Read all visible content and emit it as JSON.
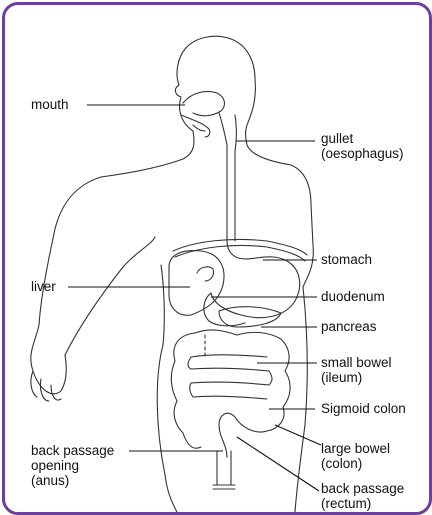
{
  "frame_color": "#6b3fa0",
  "labels": {
    "mouth": "mouth",
    "gullet_1": "gullet",
    "gullet_2": "(oesophagus)",
    "stomach": "stomach",
    "liver": "liver",
    "duodenum": "duodenum",
    "pancreas": "pancreas",
    "small_bowel_1": "small bowel",
    "small_bowel_2": "(ileum)",
    "sigmoid_colon": "Sigmoid colon",
    "back_passage_opening_1": "back passage",
    "back_passage_opening_2": "opening",
    "back_passage_opening_3": "(anus)",
    "large_bowel_1": "large bowel",
    "large_bowel_2": "(colon)",
    "back_passage_1": "back passage",
    "back_passage_2": "(rectum)"
  }
}
